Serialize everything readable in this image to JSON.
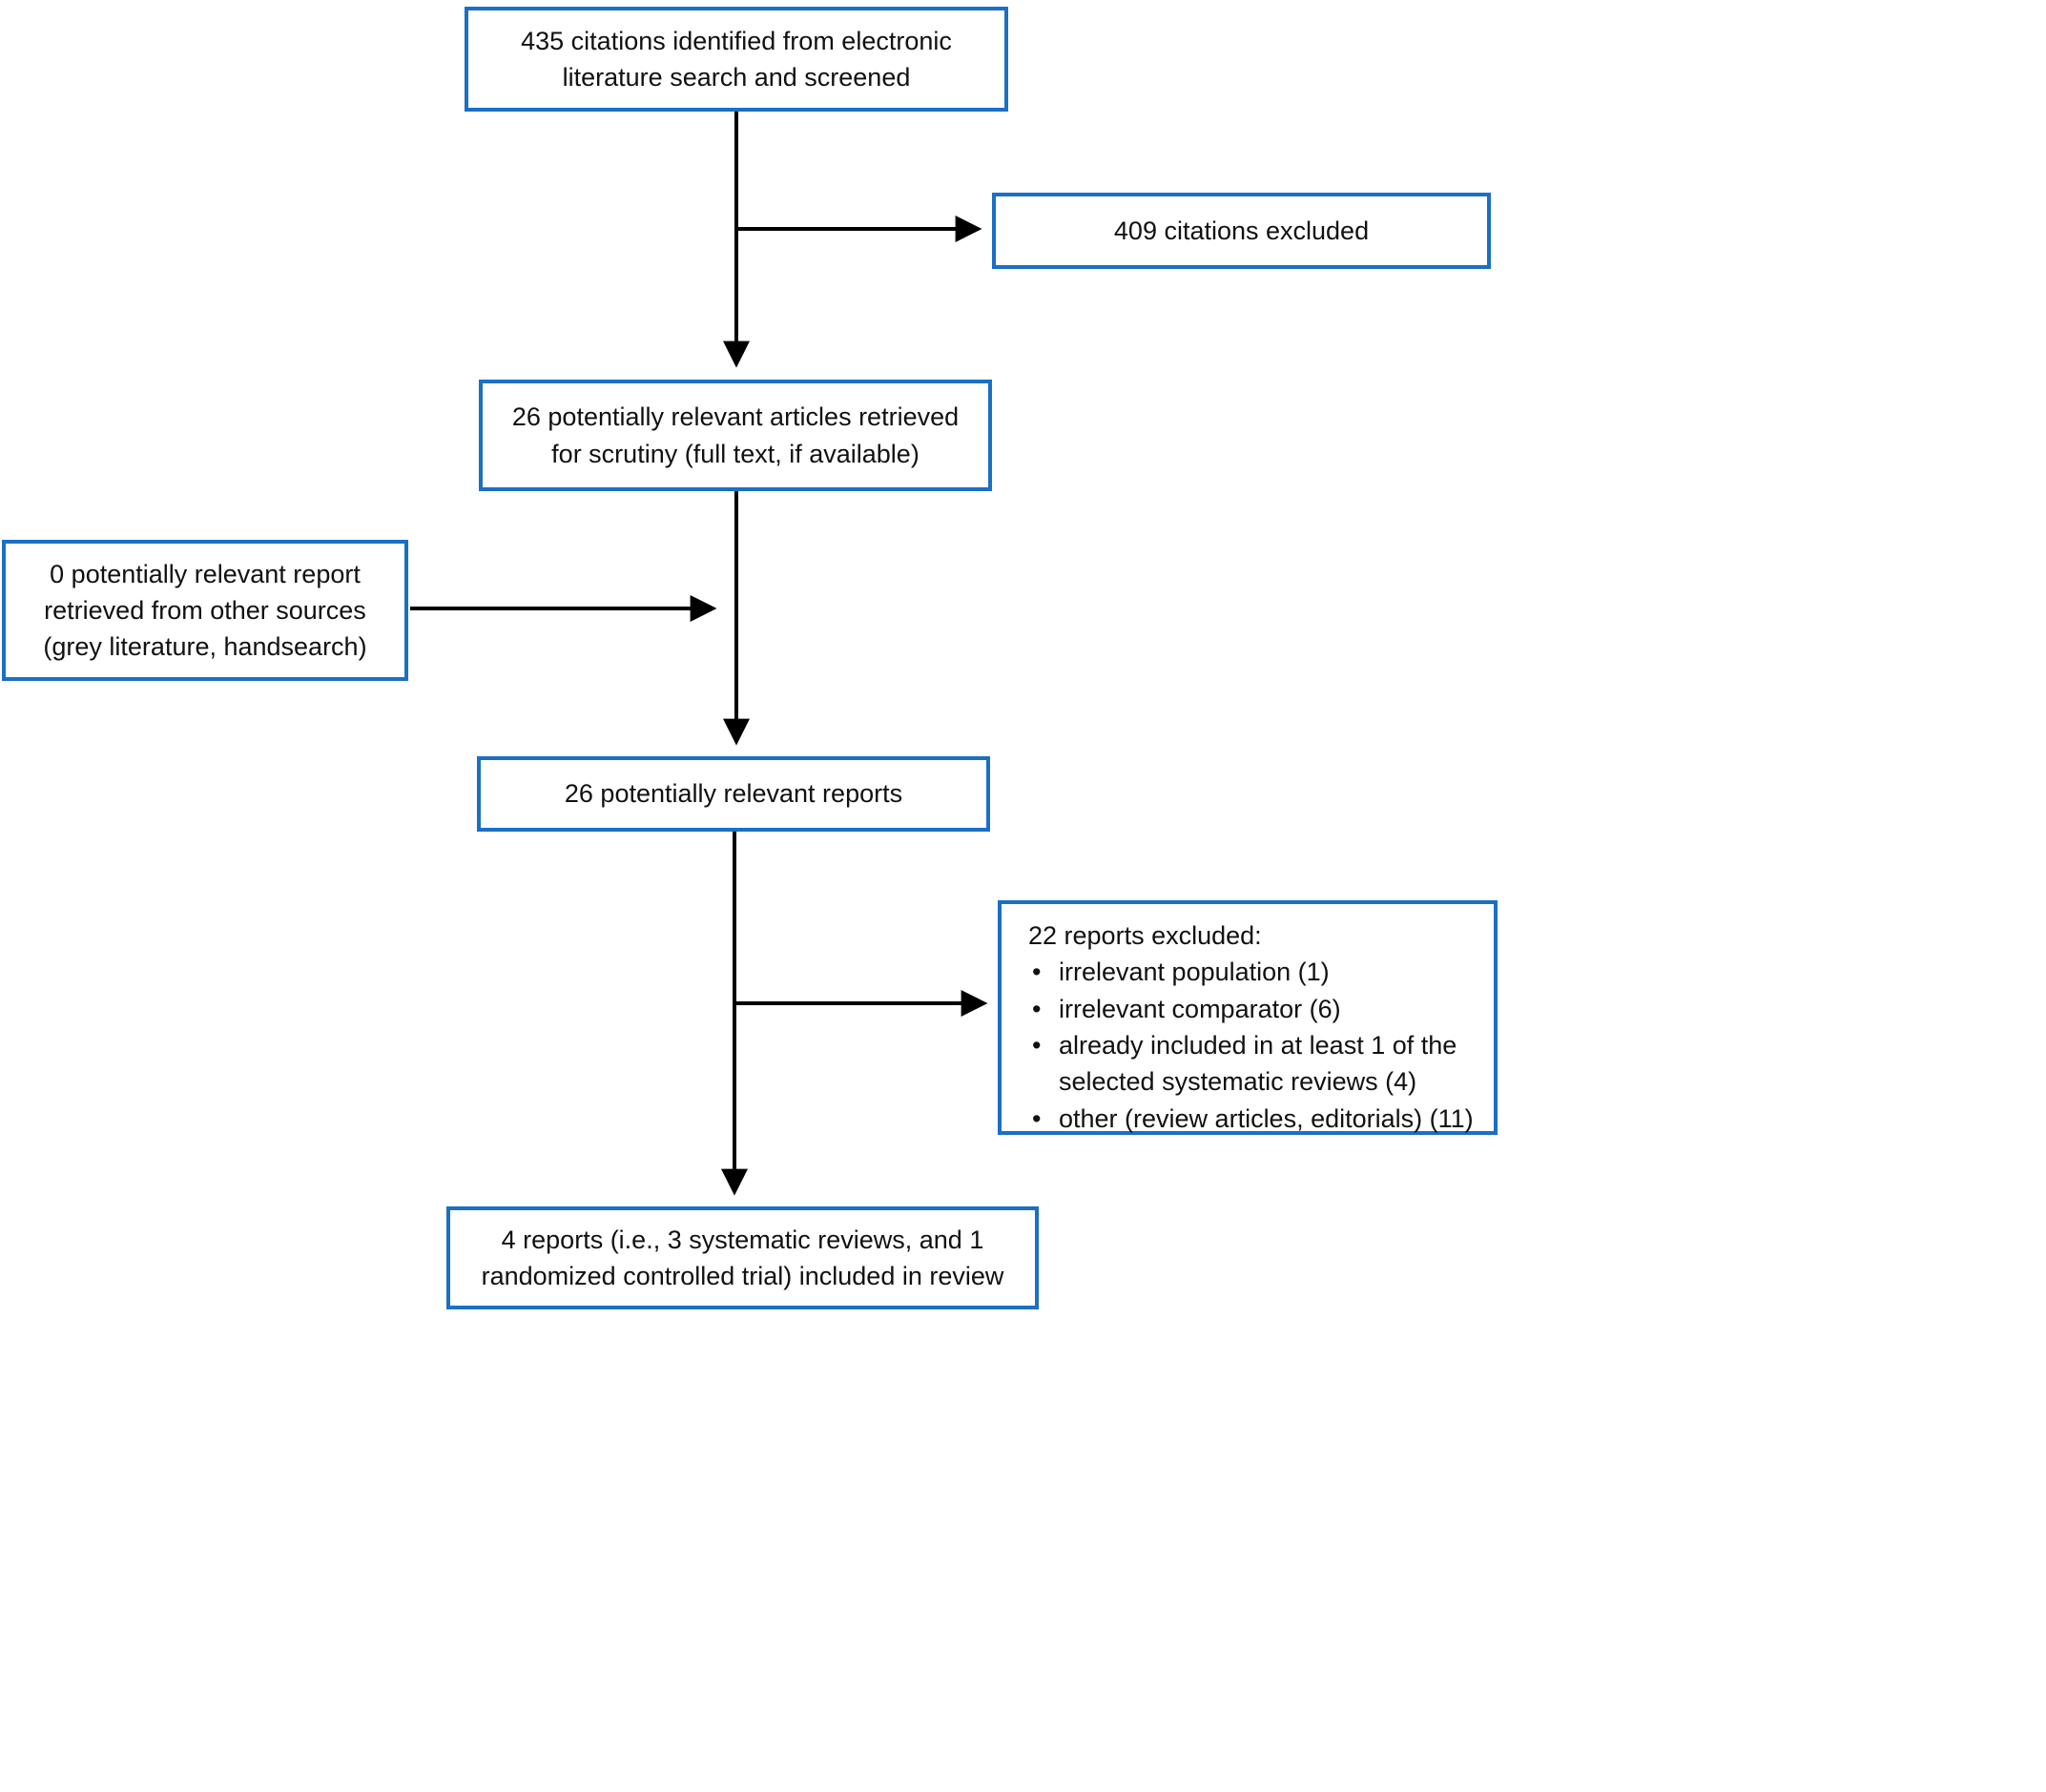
{
  "diagram_type": "prisma-flow",
  "colors": {
    "box_border": "#1b6fc5",
    "arrow": "#000000",
    "text": "#111111",
    "background": "#ffffff"
  },
  "boxes": {
    "identified": {
      "text": "435 citations identified from electronic literature search and screened"
    },
    "citations_excluded": {
      "text": "409 citations excluded"
    },
    "retrieved_for_scrutiny": {
      "text": "26 potentially relevant articles retrieved for scrutiny (full text, if available)"
    },
    "other_sources": {
      "text": "0 potentially relevant report retrieved from other sources (grey literature, handsearch)"
    },
    "relevant_reports": {
      "text": "26 potentially relevant reports"
    },
    "excluded_reports": {
      "title": "22 reports excluded:",
      "items": [
        "irrelevant population (1)",
        "irrelevant comparator (6)",
        "already included in at least 1 of the selected systematic reviews (4)",
        "other (review articles, editorials) (11)"
      ]
    },
    "included_in_review": {
      "text": "4 reports (i.e., 3 systematic reviews, and 1 randomized controlled trial) included in review"
    }
  }
}
